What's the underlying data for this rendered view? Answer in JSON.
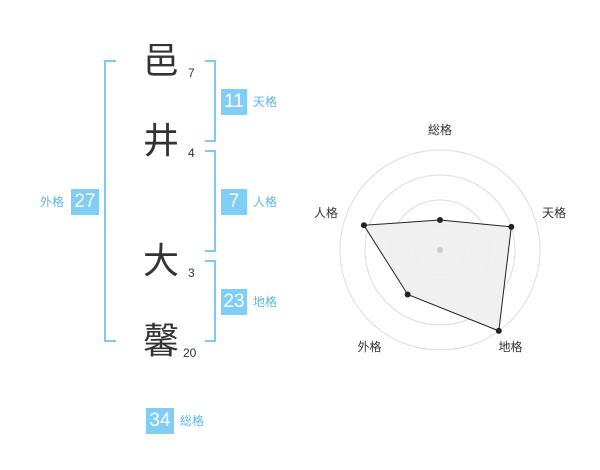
{
  "characters": [
    {
      "char": "邑",
      "strokes": "7"
    },
    {
      "char": "井",
      "strokes": "4"
    },
    {
      "char": "大",
      "strokes": "3"
    },
    {
      "char": "馨",
      "strokes": "20"
    }
  ],
  "kakusu": {
    "tenkaku": {
      "value": "11",
      "label": "天格"
    },
    "jinkaku": {
      "value": "7",
      "label": "人格"
    },
    "chikaku": {
      "value": "23",
      "label": "地格"
    },
    "gaikaku": {
      "value": "27",
      "label": "外格"
    },
    "soukaku": {
      "value": "34",
      "label": "総格"
    }
  },
  "colors": {
    "accent": "#80cdf5",
    "bracket": "#7fc8f0"
  },
  "chart_data": {
    "type": "radar",
    "axes": [
      "総格",
      "天格",
      "地格",
      "外格",
      "人格"
    ],
    "values": [
      0.3,
      0.75,
      1.0,
      0.55,
      0.8
    ],
    "range": [
      0,
      1
    ],
    "rings": 4
  }
}
